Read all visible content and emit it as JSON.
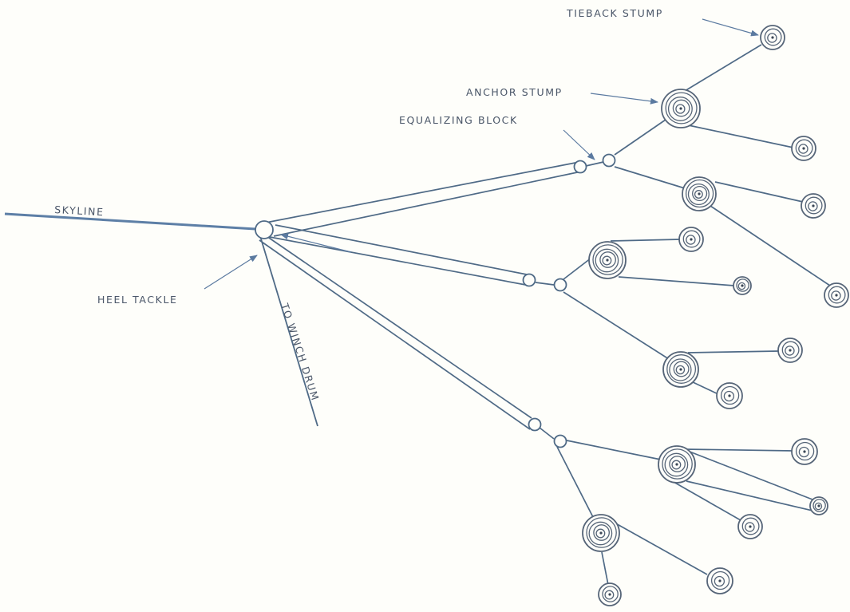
{
  "labels": {
    "tieback_stump": "TIEBACK STUMP",
    "anchor_stump": "ANCHOR STUMP",
    "equalizing_block": "EQUALIZING BLOCK",
    "skyline": "SKYLINE",
    "heel_tackle": "HEEL TACKLE",
    "to_winch_drum": "TO WINCH DRUM"
  },
  "colors": {
    "line": "#4f6a86",
    "skyline": "#5d7fa6",
    "ring": "#566578",
    "label": "#4a5668",
    "pointer": "#5b7aa0",
    "background": "#fefefa"
  }
}
